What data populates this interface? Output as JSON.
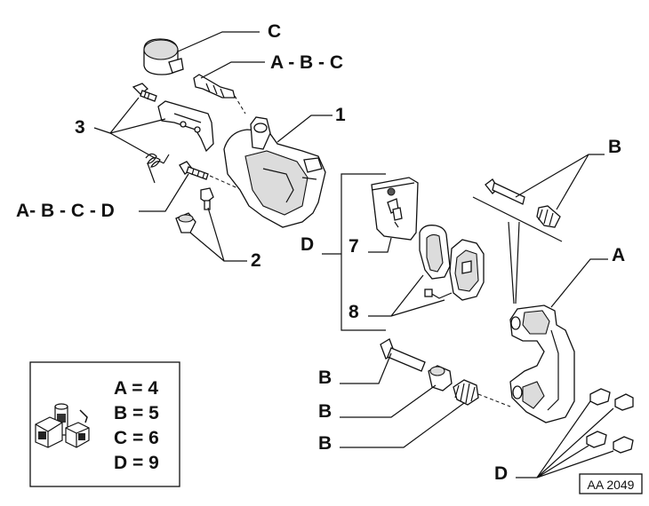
{
  "callouts": {
    "c_top": "C",
    "abc": "A - B - C",
    "n1": "1",
    "n3": "3",
    "abcd": "A- B - C - D",
    "n2": "2",
    "d_group": "D",
    "n7": "7",
    "n8": "8",
    "b_top": "B",
    "a_right": "A",
    "b1": "B",
    "b2": "B",
    "b3": "B",
    "d_bottom": "D"
  },
  "legend": {
    "rows": [
      "A = 4",
      "B = 5",
      "C = 6",
      "D = 9"
    ]
  },
  "reference": "AA 2049"
}
